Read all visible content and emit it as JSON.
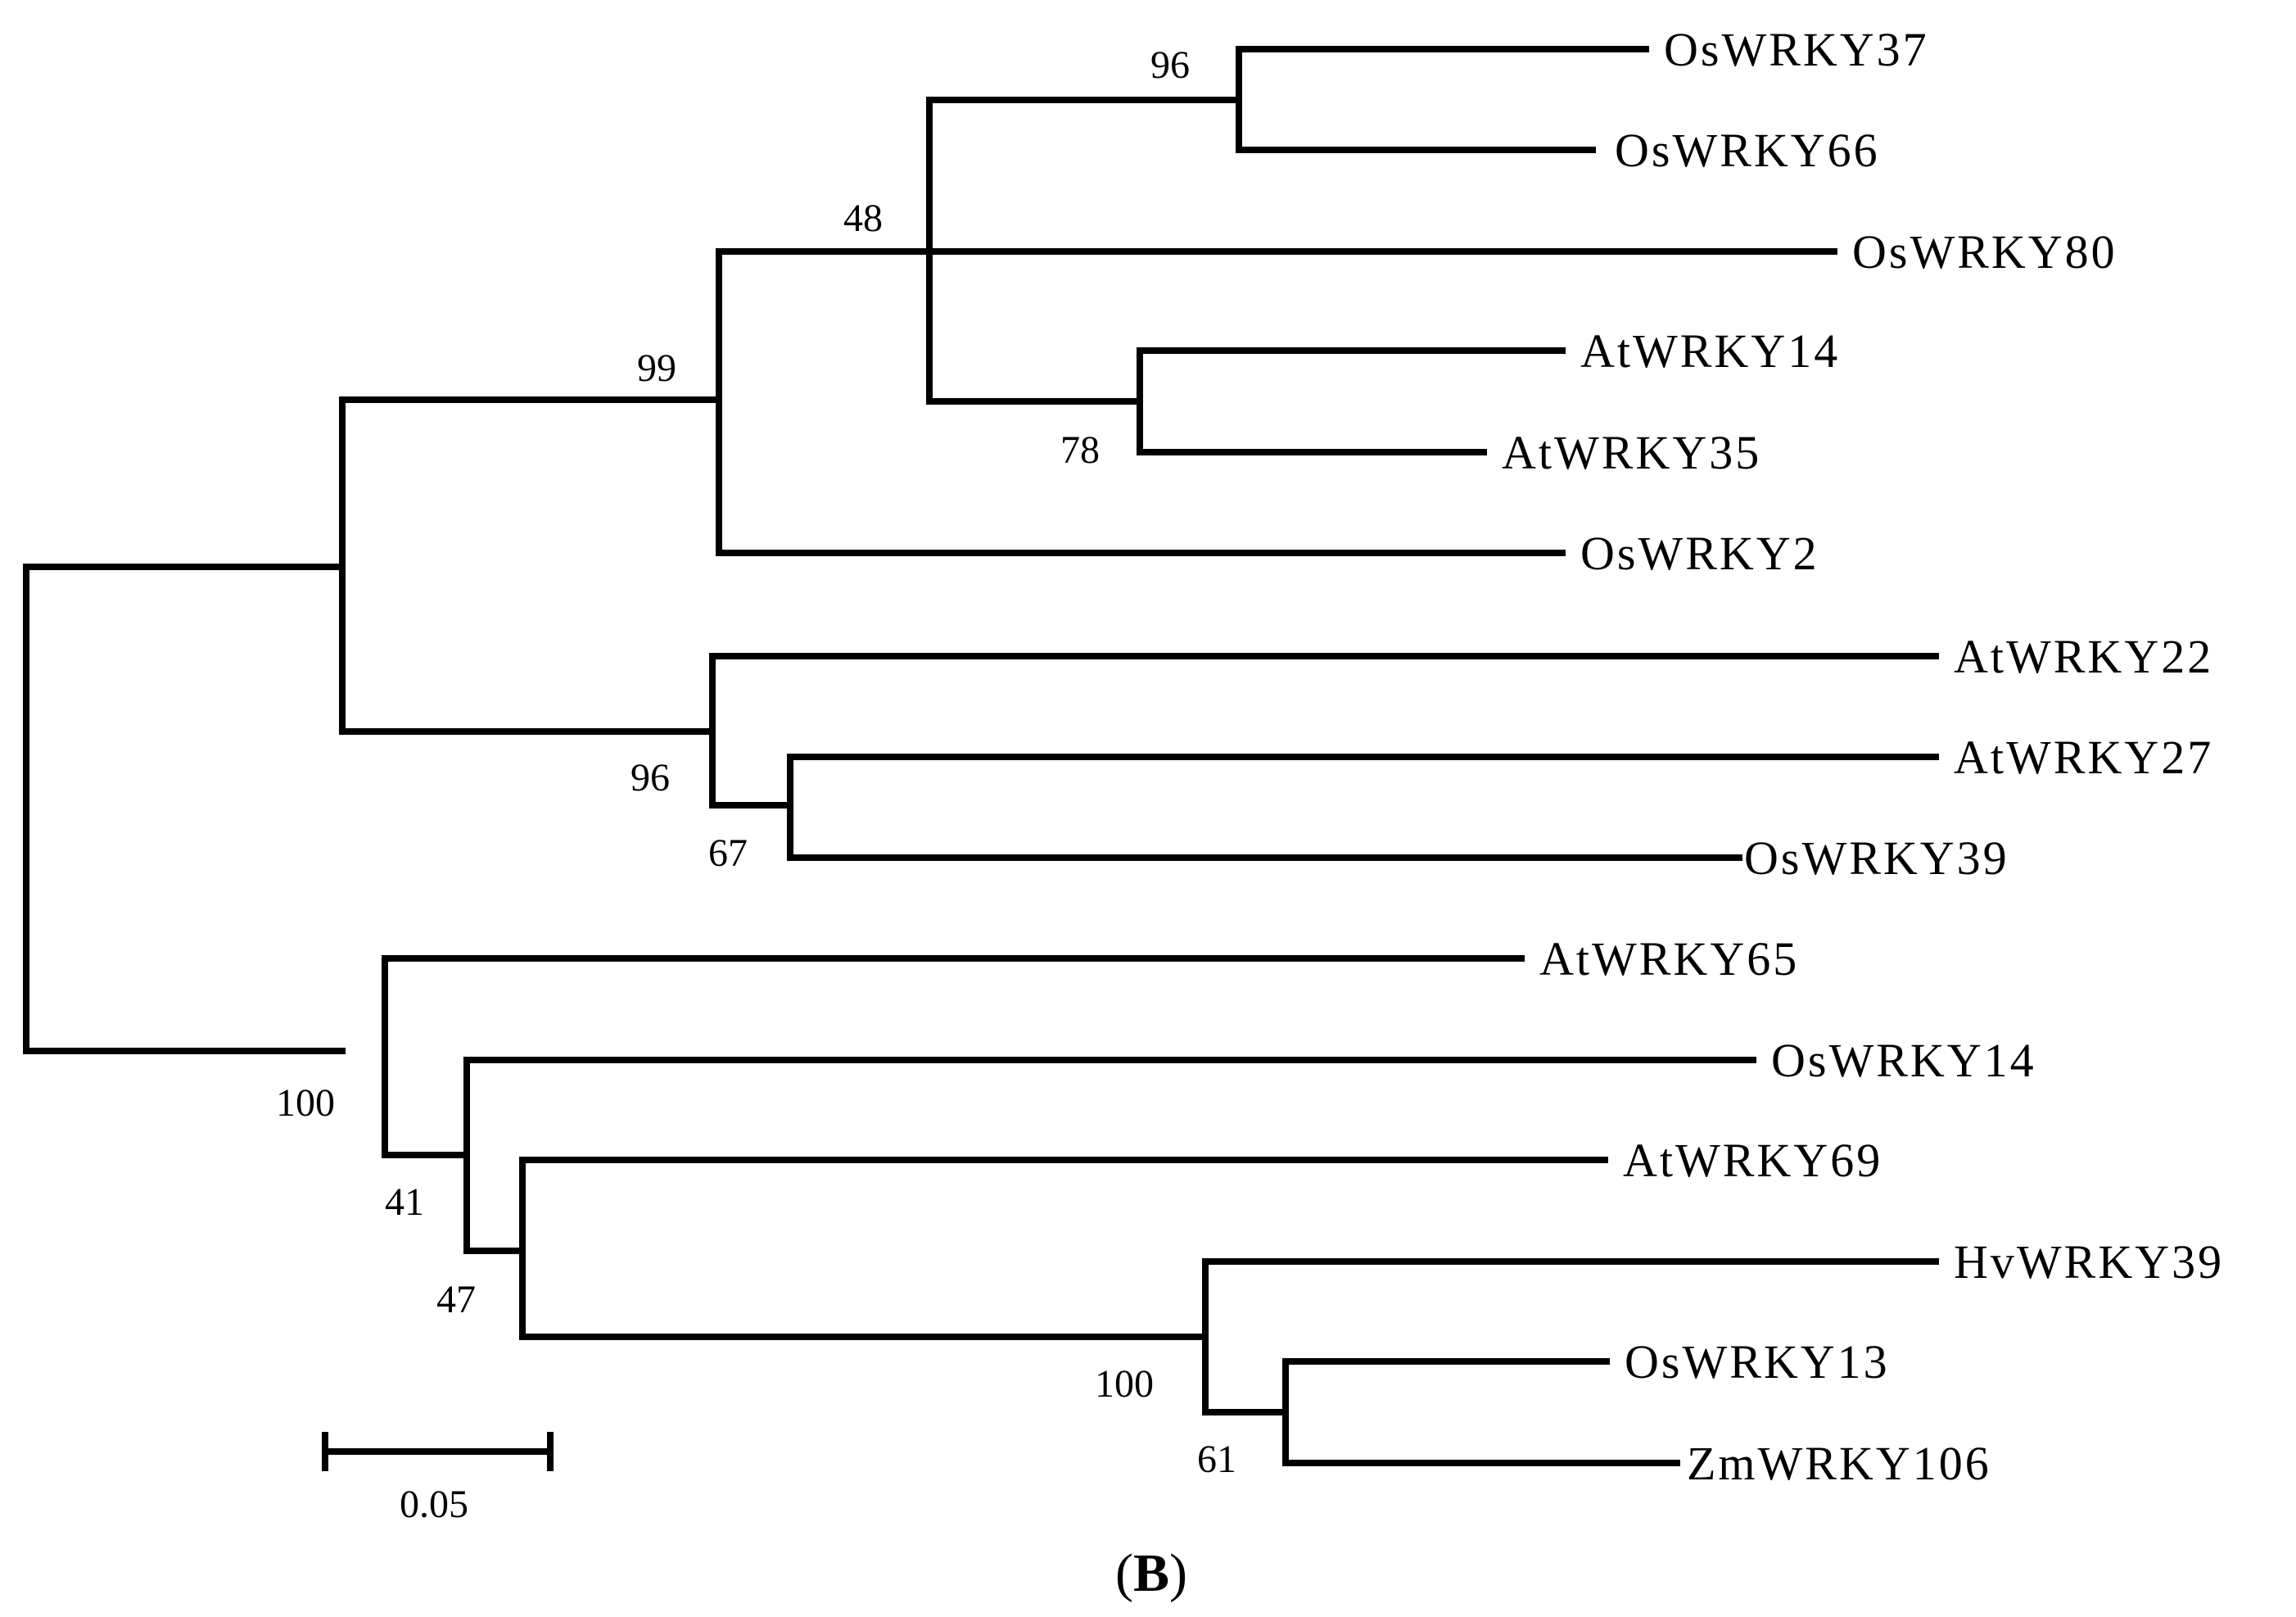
{
  "tree": {
    "leaves": [
      "OsWRKY37",
      "OsWRKY66",
      "OsWRKY80",
      "AtWRKY14",
      "AtWRKY35",
      "OsWRKY2",
      "AtWRKY22",
      "AtWRKY27",
      "OsWRKY39",
      "AtWRKY65",
      "OsWRKY14",
      "AtWRKY69",
      "HvWRKY39",
      "OsWRKY13",
      "ZmWRKY106"
    ],
    "bootstrap_values": [
      "96",
      "48",
      "99",
      "78",
      "96",
      "67",
      "100",
      "41",
      "47",
      "100",
      "61"
    ],
    "scale_bar": {
      "length": 0.05,
      "label": "0.05"
    }
  },
  "panel_prefix": "(",
  "panel_letter": "B",
  "panel_suffix": ")"
}
